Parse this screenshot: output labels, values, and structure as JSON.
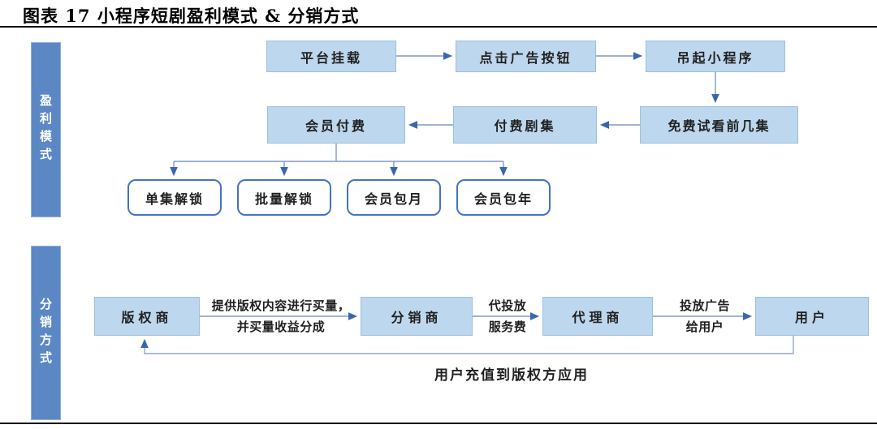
{
  "title": "图表 17 小程序短剧盈利模式 & 分销方式",
  "colors": {
    "box_fill": "#BDD7EE",
    "box_border": "#9CBFDF",
    "sidebar_fill": "#5B87C5",
    "rounded_border": "#4472C4",
    "arrow_line": "#7E99C9",
    "arrow_head": "#3A66B0"
  },
  "profit": {
    "section_label": "盈利模式",
    "row1": [
      {
        "label": "平台挂载"
      },
      {
        "label": "点击广告按钮"
      },
      {
        "label": "吊起小程序"
      }
    ],
    "row2": [
      {
        "label": "会员付费"
      },
      {
        "label": "付费剧集"
      },
      {
        "label": "免费试看前几集"
      }
    ],
    "options": [
      {
        "label": "单集解锁"
      },
      {
        "label": "批量解锁"
      },
      {
        "label": "会员包月"
      },
      {
        "label": "会员包年"
      }
    ]
  },
  "distribution": {
    "section_label": "分销方式",
    "nodes": [
      {
        "label": "版权商"
      },
      {
        "label": "分销商"
      },
      {
        "label": "代理商"
      },
      {
        "label": "用户"
      }
    ],
    "edges": {
      "copyright_to_distributor_line1": "提供版权内容进行买量，",
      "copyright_to_distributor_line2": "并买量收益分成",
      "distributor_to_agent_line1": "代投放",
      "distributor_to_agent_line2": "服务费",
      "agent_to_user_line1": "投放广告",
      "agent_to_user_line2": "给用户",
      "user_to_copyright": "用户充值到版权方应用"
    }
  }
}
